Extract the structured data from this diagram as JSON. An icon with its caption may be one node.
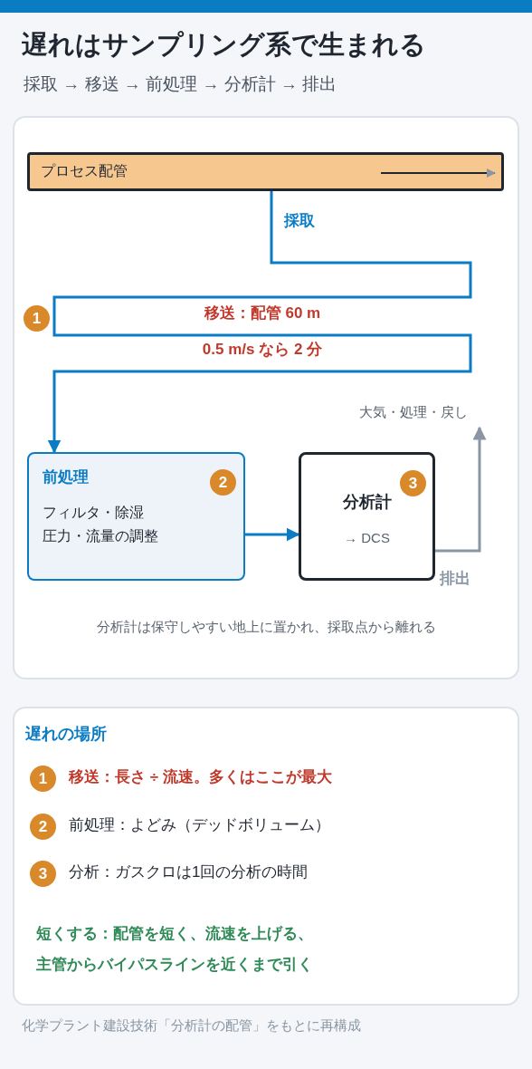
{
  "diagram": {
    "title": "遅れはサンプリング系で生まれる",
    "caption": "化学プラント建設技術「分析計の配管」をもとに再構成",
    "nodes": [
      {
        "text": [
          "プロセス配管"
        ]
      },
      {
        "text": [
          "1"
        ]
      },
      {
        "text": [
          "前処理",
          "フィルタ・除湿",
          "圧力・流量の調整"
        ]
      },
      {
        "text": [
          "2"
        ],
        "in": 2
      },
      {
        "text": [
          "分析計",
          "→ DCS"
        ]
      },
      {
        "text": [
          "3"
        ],
        "in": 4
      },
      {
        "text": [
          "大気・処理・戻し"
        ]
      },
      {
        "text": [
          "遅れの場所"
        ]
      },
      {
        "text": [
          "1"
        ],
        "in": 7
      },
      {
        "text": [
          "2"
        ],
        "in": 7
      },
      {
        "text": [
          "3"
        ],
        "in": 7
      }
    ],
    "edges": [
      {
        "from": 0,
        "to": 2,
        "arrow": "to",
        "label": "採取"
      },
      {
        "from": 2,
        "to": 4,
        "arrow": "to"
      },
      {
        "from": 4,
        "to": 6,
        "arrow": "to",
        "label": "排出",
        "color": "#8a96a3"
      }
    ],
    "labels": [
      "採取 → 移送 → 前処理 → 分析計 → 排出",
      "移送：配管 60 m",
      "0.5 m/s なら 2 分",
      "分析計は保守しやすい地上に置かれ、採取点から離れる",
      "移送：長さ ÷ 流速。多くはここが最大",
      "前処理：よどみ（デッドボリューム）",
      "分析：ガスクロは1回の分析の時間",
      "短くする：配管を短く、流速を上げる、主管からバイパスラインを近くまで引く"
    ]
  }
}
